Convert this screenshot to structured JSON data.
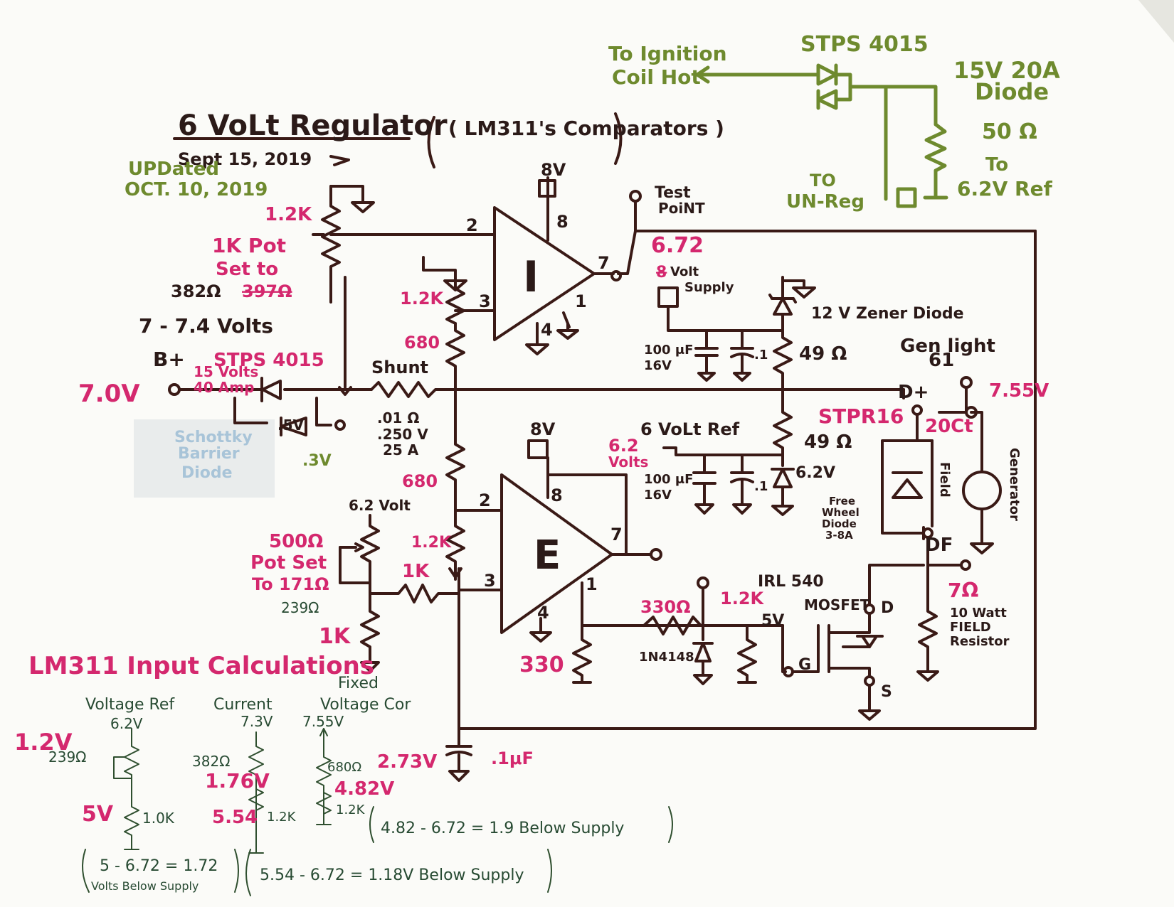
{
  "title": {
    "main": "6 VoLt Regulator",
    "comparators": "( LM311's Comparators )",
    "date": "Sept 15, 2019",
    "updated_line1": "UPDated",
    "updated_line2": "OCT. 10, 2019"
  },
  "ignition_circuit": {
    "to_coil_line1": "To Ignition",
    "to_coil_line2": "Coil Hot",
    "diode_part": "STPS 4015",
    "diode_rating_line1": "15V 20A",
    "diode_rating_line2": "Diode",
    "resistor": "50 Ω",
    "to_ref_line1": "To",
    "to_ref_line2": "6.2V Ref",
    "to_unreg_line1": "TO",
    "to_unreg_line2": "UN-Reg"
  },
  "upper_comparator": {
    "label": "I",
    "supply": "8V",
    "pin2": "2",
    "pin3": "3",
    "pin4": "4",
    "pin7": "7",
    "pin8": "8",
    "pin1": "1",
    "test_point_line1": "Test",
    "test_point_line2": "PoiNT",
    "r_top": "1.2K",
    "pot_line1": "1K Pot",
    "pot_line2": "Set to",
    "pot_old": "397Ω",
    "pot_value": "382Ω",
    "volts_range": "7 - 7.4 Volts",
    "r_left": "1.2K",
    "r_680": "680"
  },
  "supply": {
    "new_value": "6.72",
    "old_value": "8",
    "label_line1": "Volt",
    "label_line2": "Supply",
    "zener": "12 V Zener Diode",
    "cap1_line1": "100 μF",
    "cap1_line2": "16V",
    "cap2": ".1",
    "r1": "49 Ω",
    "r2": "49 Ω"
  },
  "input": {
    "bplus": "B+",
    "bplus_voltage": "7.0V",
    "diode_part": "STPS 4015",
    "diode_line1": "15 Volts",
    "diode_line2": "40 Amp",
    "drop1": ".5V",
    "drop2": ".3V",
    "schottky_line1": "Schottky",
    "schottky_line2": "Barrier",
    "schottky_line3": "Diode",
    "shunt": "Shunt",
    "shunt_r": ".01 Ω",
    "shunt_v": ".250 V",
    "shunt_a": "25 A"
  },
  "generator": {
    "gen_light": "Gen light",
    "gen_light_num": "61",
    "volt": "7.55V",
    "dplus": "D+",
    "stpr": "STPR16",
    "stpr_rating": "20Ct",
    "field_label": "Field",
    "freewheel_line1": "Free",
    "freewheel_line2": "Wheel",
    "freewheel_line3": "Diode",
    "freewheel_line4": "3-8A",
    "df": "DF",
    "generator_label": "Generator",
    "field_r_value": "7Ω",
    "field_r_line1": "10 Watt",
    "field_r_line2": "FIELD",
    "field_r_line3": "Resistor"
  },
  "lower_comparator": {
    "label": "E",
    "supply": "8V",
    "pin2": "2",
    "pin3": "3",
    "pin4": "4",
    "pin7": "7",
    "pin8": "8",
    "pin1": "1",
    "ref_label": "6 VoLt Ref",
    "ref_volts_line1": "6.2",
    "ref_volts_line2": "Volts",
    "cap1_line1": "100 μF",
    "cap1_line2": "16V",
    "cap2": ".1",
    "zener": "6.2V",
    "r_680": "680",
    "r_12k": "1.2K",
    "r_1k": "1K",
    "pot_top": "6.2 Volt",
    "pot_line1": "500Ω",
    "pot_line2": "Pot Set",
    "pot_line3": "To 171Ω",
    "pot_old": "239Ω",
    "r_bottom": "1K",
    "r_330": "330",
    "cap_bottom": ".1μF"
  },
  "mosfet": {
    "r_gate": "330Ω",
    "r_pull": "1.2K",
    "v5": "5V",
    "part": "IRL 540",
    "type": "MOSFET",
    "diode": "1N4148",
    "d": "D",
    "g": "G",
    "s": "S"
  },
  "calc": {
    "heading": "LM311 Input Calculations",
    "col1_head": "Voltage Ref",
    "col2_head": "Current",
    "col3_head_line1": "Fixed",
    "col3_head_line2": "Voltage Cor",
    "c1_top": "6.2V",
    "c1_r": "239Ω",
    "c1_v": "1.2V",
    "c1_mid": "5V",
    "c1_rb": "1.0K",
    "c2_top": "7.3V",
    "c2_r": "382Ω",
    "c2_v": "1.76V",
    "c2_mid": "5.54",
    "c2_rb": "1.2K",
    "c3_top": "7.55V",
    "c3_r": "680Ω",
    "c3_v": "2.73V",
    "c3_mid": "4.82V",
    "c3_rb": "1.2K",
    "note1_line1": "5 - 6.72 = 1.72",
    "note1_line2": "Volts Below Supply",
    "note2": "5.54 - 6.72 = 1.18V Below Supply",
    "note3": "4.82 - 6.72 = 1.9 Below Supply"
  }
}
